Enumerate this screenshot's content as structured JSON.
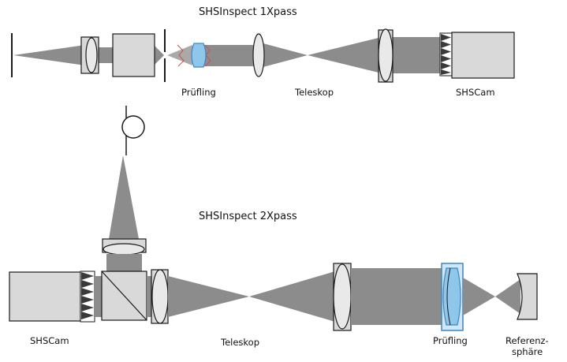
{
  "colors": {
    "beam": "#8c8c8c",
    "beam_light": "#a9a9a9",
    "housing_fill": "#d9d9d9",
    "outline": "#1a1a1a",
    "lens_fill": "#e9e9e9",
    "test_lens_blue": "#8fc7ea",
    "test_lens_edge": "#3f86c4",
    "wave_red": "#d05050",
    "background": "#ffffff"
  },
  "panel_1xpass": {
    "title": "SHSInspect 1Xpass",
    "labels": {
      "pruefling": "Prüfling",
      "teleskop": "Teleskop",
      "shscam": "SHSCam"
    }
  },
  "panel_2xpass": {
    "title": "SHSInspect 2Xpass",
    "labels": {
      "shscam": "SHSCam",
      "teleskop": "Teleskop",
      "pruefling": "Prüfling",
      "referenz_line1": "Referenz-",
      "referenz_line2": "sphäre"
    }
  },
  "icons": {
    "point_source": "point-source-icon",
    "microlens_array": "microlens-array-icon",
    "beam_splitter": "beam-splitter-cube-icon",
    "reference_sphere": "reference-sphere-icon",
    "pinhole": "pinhole-icon"
  }
}
